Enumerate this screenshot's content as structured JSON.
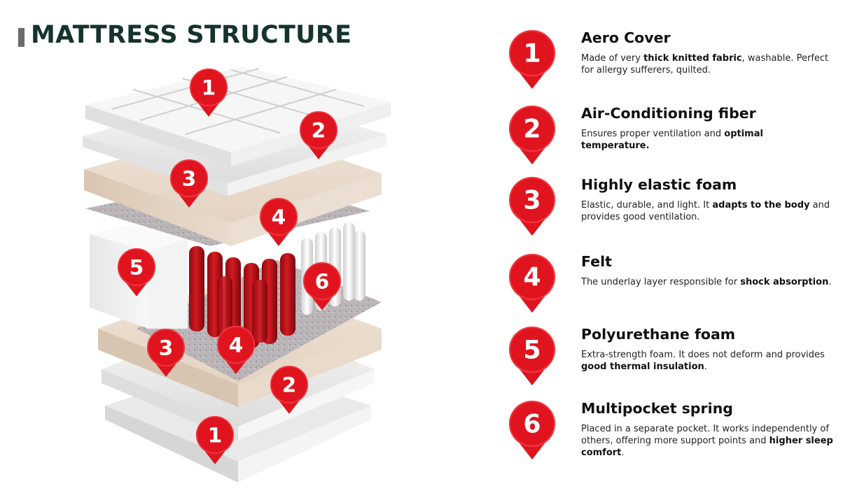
{
  "title": "MATTRESS STRUCTURE",
  "accent_red": "#e0141e",
  "title_color": "#16332d",
  "layers": [
    {
      "number": "1",
      "title": "Aero Cover",
      "desc": [
        {
          "t": "Made of very "
        },
        {
          "t": "thick knitted fabric",
          "b": true
        },
        {
          "t": ", washable. Perfect for allergy sufferers, quilted."
        }
      ]
    },
    {
      "number": "2",
      "title": "Air-Conditioning fiber",
      "desc": [
        {
          "t": "Ensures proper ventilation and "
        },
        {
          "t": "optimal temperature.",
          "b": true
        }
      ]
    },
    {
      "number": "3",
      "title": "Highly elastic foam",
      "desc": [
        {
          "t": "Elastic, durable, and light. It "
        },
        {
          "t": "adapts to the body",
          "b": true
        },
        {
          "t": " and provides good ventilation."
        }
      ]
    },
    {
      "number": "4",
      "title": "Felt",
      "desc": [
        {
          "t": "The underlay layer responsible for "
        },
        {
          "t": "shock absorption",
          "b": true
        },
        {
          "t": "."
        }
      ]
    },
    {
      "number": "5",
      "title": "Polyurethane foam",
      "desc": [
        {
          "t": "Extra-strength foam. It does not deform and provides "
        },
        {
          "t": "good thermal insulation",
          "b": true
        },
        {
          "t": "."
        }
      ]
    },
    {
      "number": "6",
      "title": "Multipocket spring",
      "desc": [
        {
          "t": "Placed in a separate pocket. It works independently of others, offering more support points and "
        },
        {
          "t": "higher sleep comfort",
          "b": true
        },
        {
          "t": "."
        }
      ]
    }
  ],
  "diagram_markers": [
    "1",
    "2",
    "3",
    "4",
    "5",
    "6",
    "3",
    "4",
    "2",
    "1"
  ]
}
